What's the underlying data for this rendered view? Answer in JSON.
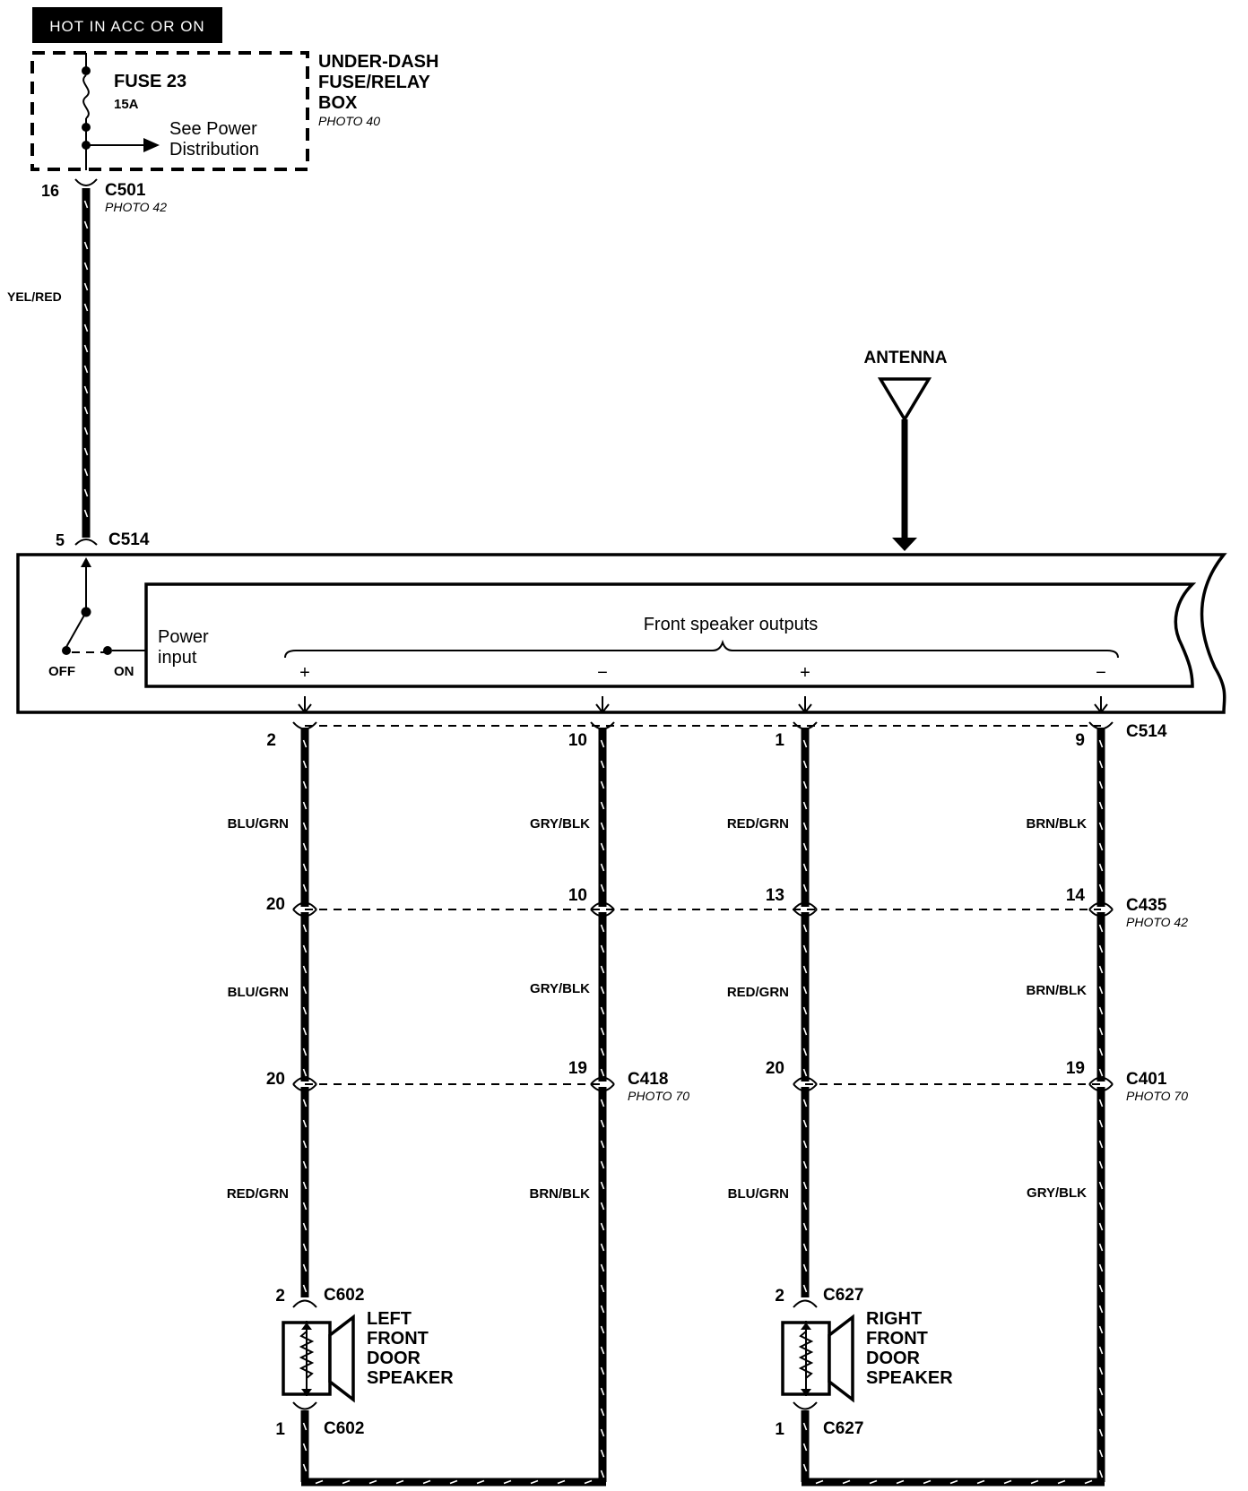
{
  "hot_label": "HOT IN ACC OR ON",
  "fuse_box": {
    "fuse_name": "FUSE 23",
    "fuse_rating": "15A",
    "see_line1": "See Power",
    "see_line2": "Distribution",
    "box_line1": "UNDER-DASH",
    "box_line2": "FUSE/RELAY",
    "box_line3": "BOX",
    "box_photo": "PHOTO 40"
  },
  "c501": {
    "name": "C501",
    "pin": "16",
    "photo": "PHOTO 42"
  },
  "power_wire_color": "YEL/RED",
  "antenna": {
    "label": "ANTENNA"
  },
  "c514_top": {
    "name": "C514",
    "pin": "5"
  },
  "radio": {
    "power_line1": "Power",
    "power_line2": "input",
    "off": "OFF",
    "on": "ON",
    "outputs_label": "Front speaker outputs",
    "out_signs": [
      "+",
      "−",
      "+",
      "−"
    ]
  },
  "c514_bottom": {
    "name": "C514",
    "pins": [
      "2",
      "10",
      "1",
      "9"
    ]
  },
  "c435": {
    "name": "C435",
    "photo": "PHOTO 42",
    "pins": [
      "20",
      "10",
      "13",
      "14"
    ]
  },
  "c418": {
    "name": "C418",
    "photo": "PHOTO 70",
    "pins": [
      "20",
      "19"
    ]
  },
  "c401": {
    "name": "C401",
    "photo": "PHOTO 70",
    "pins": [
      "20",
      "19"
    ]
  },
  "wire_colors": {
    "seg1": [
      "BLU/GRN",
      "GRY/BLK",
      "RED/GRN",
      "BRN/BLK"
    ],
    "seg2": [
      "BLU/GRN",
      "GRY/BLK",
      "RED/GRN",
      "BRN/BLK"
    ],
    "seg3": [
      "RED/GRN",
      "BRN/BLK",
      "BLU/GRN",
      "GRY/BLK"
    ]
  },
  "left_speaker": {
    "connector": "C602",
    "pin_top": "2",
    "pin_bottom": "1",
    "line1": "LEFT",
    "line2": "FRONT",
    "line3": "DOOR",
    "line4": "SPEAKER"
  },
  "right_speaker": {
    "connector": "C627",
    "pin_top": "2",
    "pin_bottom": "1",
    "line1": "RIGHT",
    "line2": "FRONT",
    "line3": "DOOR",
    "line4": "SPEAKER"
  }
}
